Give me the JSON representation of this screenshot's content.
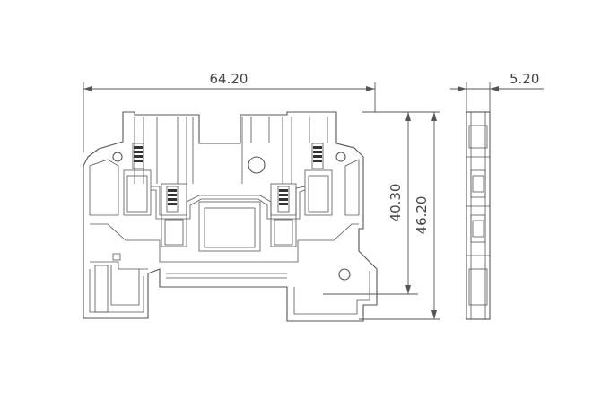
{
  "dimensions": {
    "overall_width": "64.20",
    "side_width": "5.20",
    "height_inner": "40.30",
    "height_total": "46.20"
  },
  "colors": {
    "line": "#555555",
    "spring": "#333333",
    "background": "#ffffff"
  }
}
